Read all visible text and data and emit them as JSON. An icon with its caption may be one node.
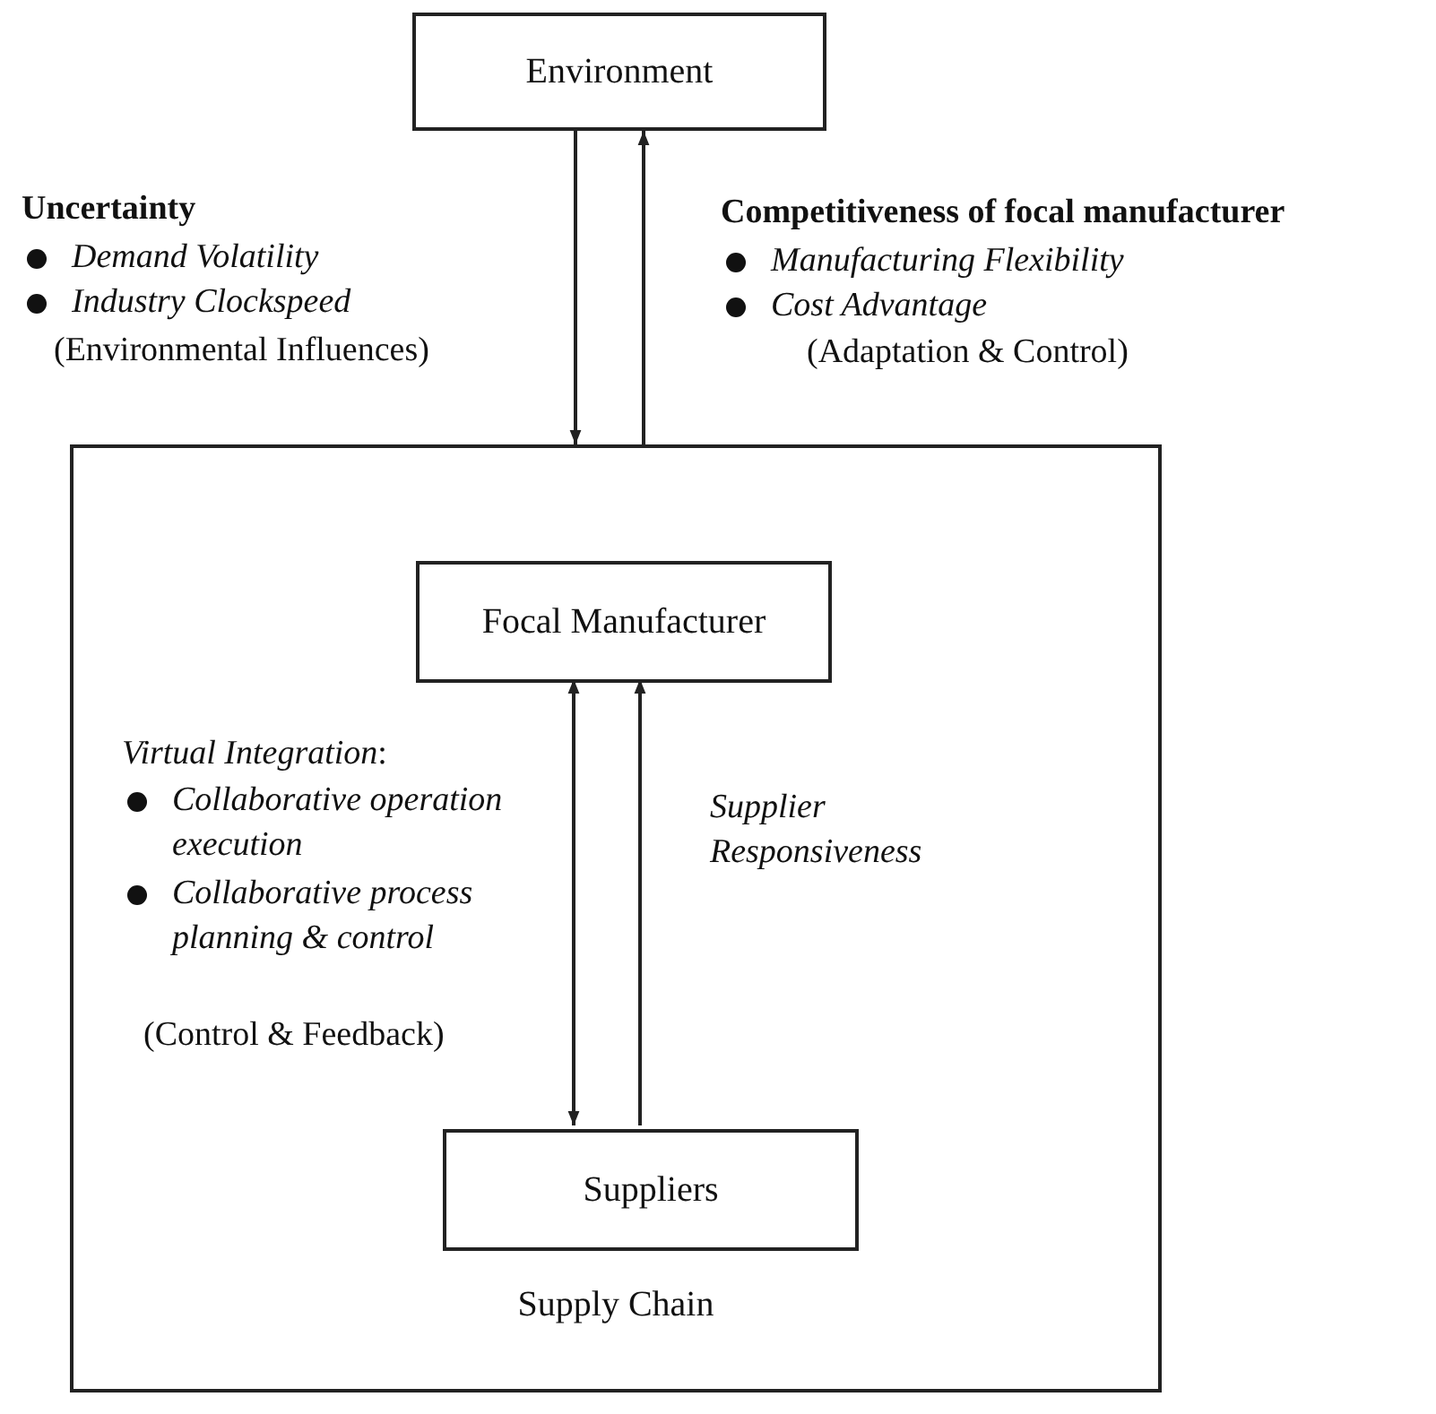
{
  "diagram": {
    "nodes": [
      {
        "text": [
          "Environment"
        ]
      },
      {
        "text": [
          "Supply Chain"
        ]
      },
      {
        "text": [
          "Focal Manufacturer"
        ],
        "in": 1
      },
      {
        "text": [
          "Suppliers"
        ],
        "in": 1
      }
    ],
    "edges": [
      {
        "from": 0,
        "to": 1,
        "arrow": "to"
      },
      {
        "from": 1,
        "to": 0,
        "arrow": "to"
      },
      {
        "from": 2,
        "to": 3,
        "arrow": "both"
      },
      {
        "from": 3,
        "to": 2,
        "arrow": "to"
      }
    ],
    "labels": [
      "Uncertainty",
      "Demand Volatility",
      "Industry Clockspeed",
      "(Environmental Influences)",
      "Competitiveness of focal manufacturer",
      "Manufacturing Flexibility",
      "Cost Advantage",
      "(Adaptation & Control)",
      "*Virtual Integration*:",
      "Collaborative operation execution",
      "Collaborative process planning & control",
      "(Control & Feedback)",
      "Supplier Responsiveness"
    ]
  }
}
